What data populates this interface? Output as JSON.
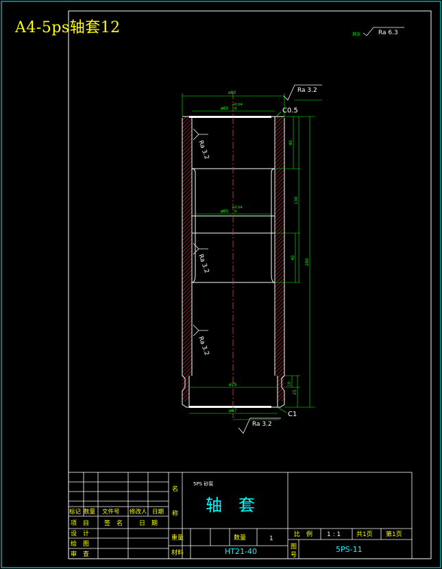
{
  "sheet": {
    "title": "A4-5ps轴套12"
  },
  "roughness": {
    "general_prefix": "其余",
    "general": "Ra 6.3",
    "top_right": "Ra 3.2",
    "inner_1": "Ra 3.2",
    "inner_2": "Ra 3.2",
    "inner_3": "Ra 3.2",
    "bottom": "Ra 3.2"
  },
  "dimensions": {
    "outer_dia": "ø80",
    "bore_top": "ø65",
    "bore_top_tol_upper": "+0.04",
    "bore_top_tol_lower": "0",
    "bore_mid": "ø65",
    "bore_mid_tol_upper": "+0.04",
    "bore_mid_tol_lower": "0",
    "bore_bottom": "ø75",
    "bottom_dia": "ø67",
    "chamfer_top": "C0.5",
    "chamfer_bottom": "C1",
    "len_40_top": "40",
    "len_130": "130",
    "len_40_mid": "40",
    "len_280": "280",
    "len_10": "10",
    "len_25": "25"
  },
  "title_block": {
    "name_label": "名",
    "name_label2": "称",
    "project": "5PS 砂泵",
    "part_name": "轴　套",
    "rev_mark": "标记",
    "rev_qty": "数量",
    "rev_file": "文件号",
    "rev_changer": "修改人",
    "rev_date": "日期",
    "item_label": "项　目",
    "sign_label": "签　名",
    "date_label": "日　期",
    "design_label": "设　计",
    "drawing_label": "绘　图",
    "review_label": "审　查",
    "weight_label": "重量",
    "quantity_label": "数量",
    "quantity_value": "1",
    "material_label": "材料",
    "material_value": "HT21-40",
    "scale_label": "比　例",
    "scale_value": "1 : 1",
    "total_pages": "共1页",
    "page_no": "第1页",
    "drawing_no_label1": "图",
    "drawing_no_label2": "号",
    "drawing_no_value": "5PS-11"
  }
}
